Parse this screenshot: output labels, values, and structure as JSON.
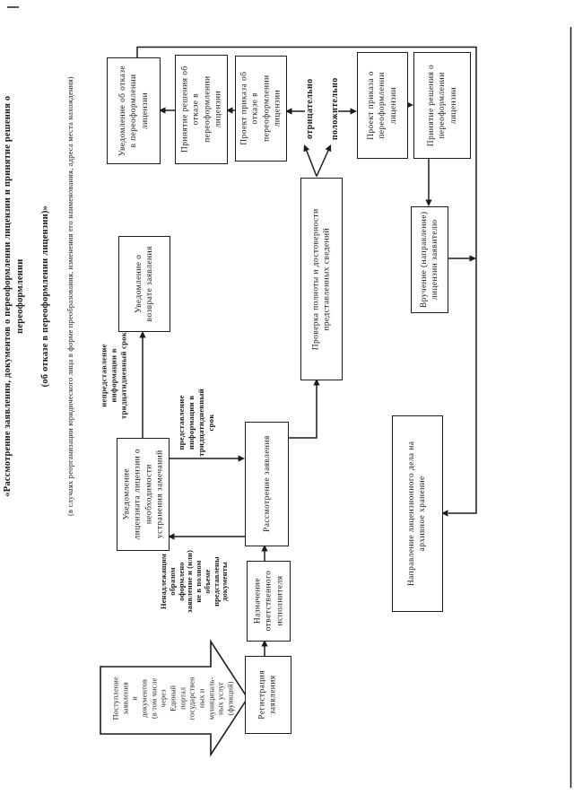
{
  "page": {
    "background": "#ffffff",
    "ink": "#1c1c1c"
  },
  "title": {
    "line1": "«Рассмотрение заявления, документов о переоформлении лицензии и принятие решения о переоформлении",
    "line2": "(об отказе в переоформлении лицензии)»",
    "line3": "(в случаях реорганизации юридического лица в форме преобразования, изменения его наименования, адреса места нахождения)"
  },
  "boxes": {
    "notice_refusal": {
      "text": "Уведомление об отказе\nв переоформлении\nлицензии"
    },
    "decision_refusal": {
      "text": "Принятие решения об\nотказе в\nпереоформлении\nлицензии"
    },
    "draft_refusal": {
      "text": "Проект приказа об\nотказе в\nпереоформлении\nлицензии"
    },
    "draft_approval": {
      "text": "Проект приказа о\nпереоформлении\nлицензии"
    },
    "decision_approval": {
      "text": "Принятие решения о\nпереоформлении\nлицензии"
    },
    "handover": {
      "text": "Вручение (направление)\nлицензии заявителю"
    },
    "check": {
      "text": "Проверка полноты и достоверности\nпредставленных сведений"
    },
    "return_notice": {
      "text": "Уведомление о\nвозврате заявления"
    },
    "licensee_notice": {
      "text": "Уведомление\nлицензиата лицензии о\nнеобходимости\nустранения замечаний"
    },
    "review": {
      "text": "Рассмотрение заявления"
    },
    "assign": {
      "text": "Назначение\nответственного\nисполнителя"
    },
    "register": {
      "text": "Регистрация\nзаявления"
    },
    "archive": {
      "text": "Направление лицензионного дела на\nархивное хранение"
    },
    "intake": {
      "text": "Поступление\nзаявления\nи\nдокументов\n(в том числе\nчерез\nЕдиный\nпортал\nгосударствен\nных и\nмуниципаль-\nных услуг\n(функций)"
    }
  },
  "labels": {
    "negative": "отрицательно",
    "positive": "положительно",
    "nonsubmission": "непредставление\nинформации в\nтридцатидневный срок",
    "submission": "представление\nинформации в\nтридцатидневный\nсрок",
    "improper": "Ненадлежащим\nобразом\nоформлено\nзаявление и (или)\nне в полном\nобъеме\nпредставлены\nдокументы"
  }
}
